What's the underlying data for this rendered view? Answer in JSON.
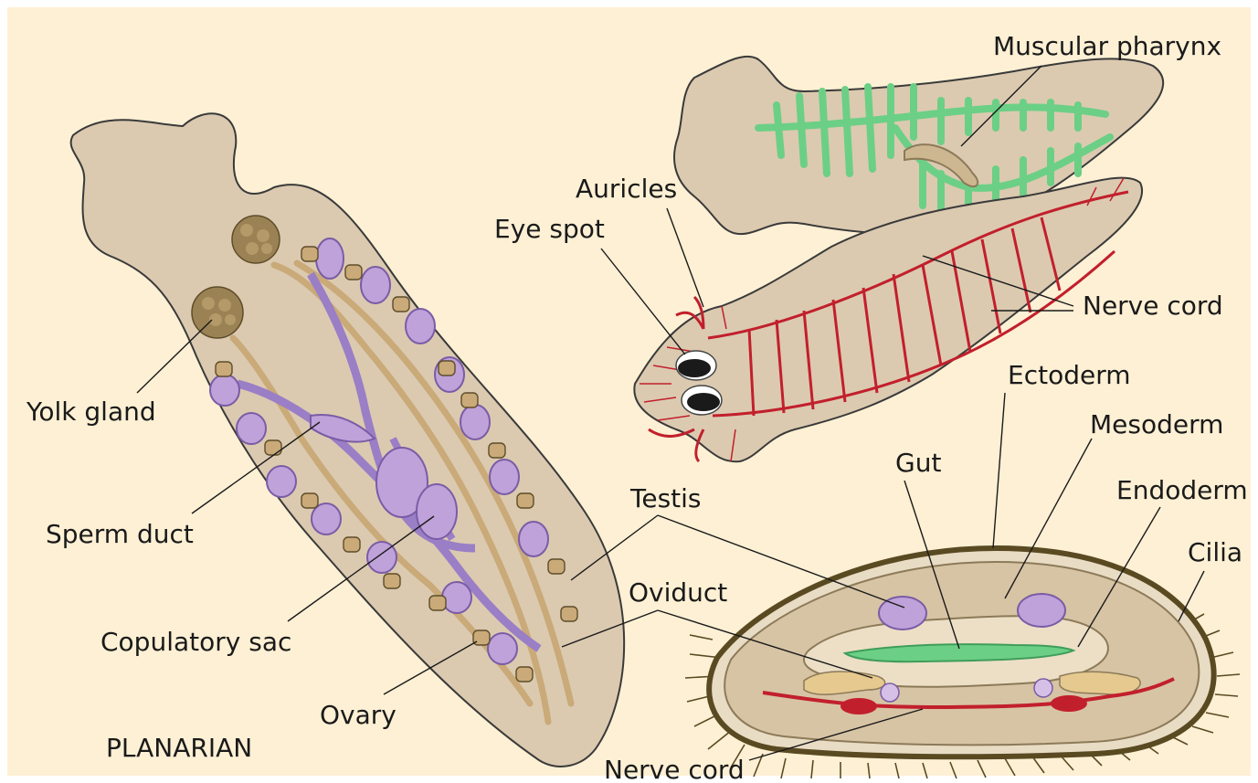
{
  "colors": {
    "background": "#fdf0d4",
    "body_fill": "#dbcab0",
    "body_stroke": "#3a3a3a",
    "gut_green": "#6ccf86",
    "nerve_red": "#c21f2c",
    "reproductive_purple": "#bfa2d9",
    "purple_stroke": "#7a5ca6",
    "tan_organ": "#c9aa78",
    "yolk_brown": "#9b8254",
    "cross_section_rim": "#5a4a22"
  },
  "labels": {
    "muscular_pharynx": "Muscular pharynx",
    "auricles": "Auricles",
    "eye_spot": "Eye spot",
    "nerve_cord_top": "Nerve cord",
    "yolk_gland": "Yolk gland",
    "ectoderm": "Ectoderm",
    "mesoderm": "Mesoderm",
    "gut": "Gut",
    "endoderm": "Endoderm",
    "testis": "Testis",
    "sperm_duct": "Sperm duct",
    "cilia": "Cilia",
    "oviduct": "Oviduct",
    "copulatory_sac": "Copulatory sac",
    "ovary": "Ovary",
    "planarian": "PLANARIAN",
    "nerve_cord_bottom": "Nerve cord"
  }
}
